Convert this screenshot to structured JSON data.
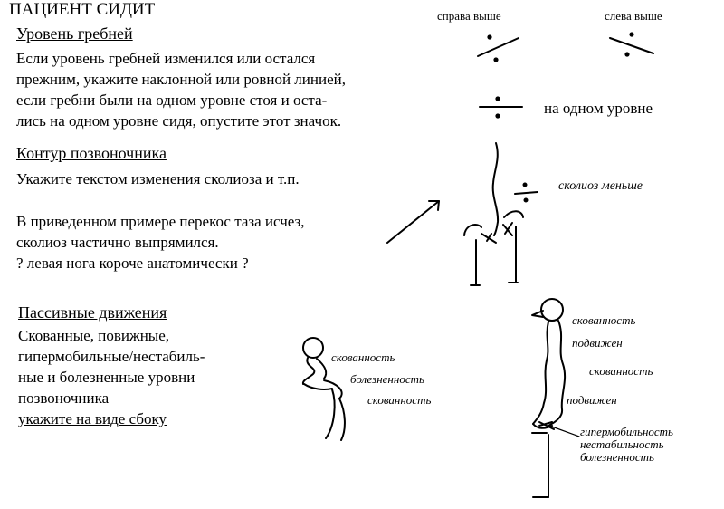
{
  "title": "ПАЦИЕНТ СИДИТ",
  "section_crests": {
    "heading": "Уровень гребней",
    "lines": [
      "Если уровень гребней изменился или остался",
      "прежним, укажите наклонной или ровной линией,",
      "если гребни были на одном уровне стоя и оста-",
      "лись на одном уровне сидя, опустите этот значок."
    ],
    "label_right_higher": "справа выше",
    "label_left_higher": "слева выше",
    "label_level": "на одном уровне"
  },
  "section_spine": {
    "heading": "Контур позвоночника",
    "instruction": "Укажите текстом изменения сколиоза и т.п.",
    "example_lines": [
      "В приведенном примере перекос таза исчез,",
      "сколиоз частично выпрямился.",
      "? левая нога короче анатомически ?"
    ],
    "annotation": "сколиоз меньше"
  },
  "section_passive": {
    "heading": "Пассивные движения",
    "lines": [
      "Скованные, повижные,",
      "гипермобильные/нестабиль-",
      "ные и болезненные уровни",
      "позвоночника"
    ],
    "emphasis": "укажите на виде сбоку",
    "small_figure_labels": [
      "скованность",
      "болезненность",
      "скованность"
    ],
    "large_figure_labels": [
      "скованность",
      "подвижен",
      "скованность",
      "подвижен",
      "гипермобильность",
      "нестабильность",
      "болезненность"
    ]
  }
}
